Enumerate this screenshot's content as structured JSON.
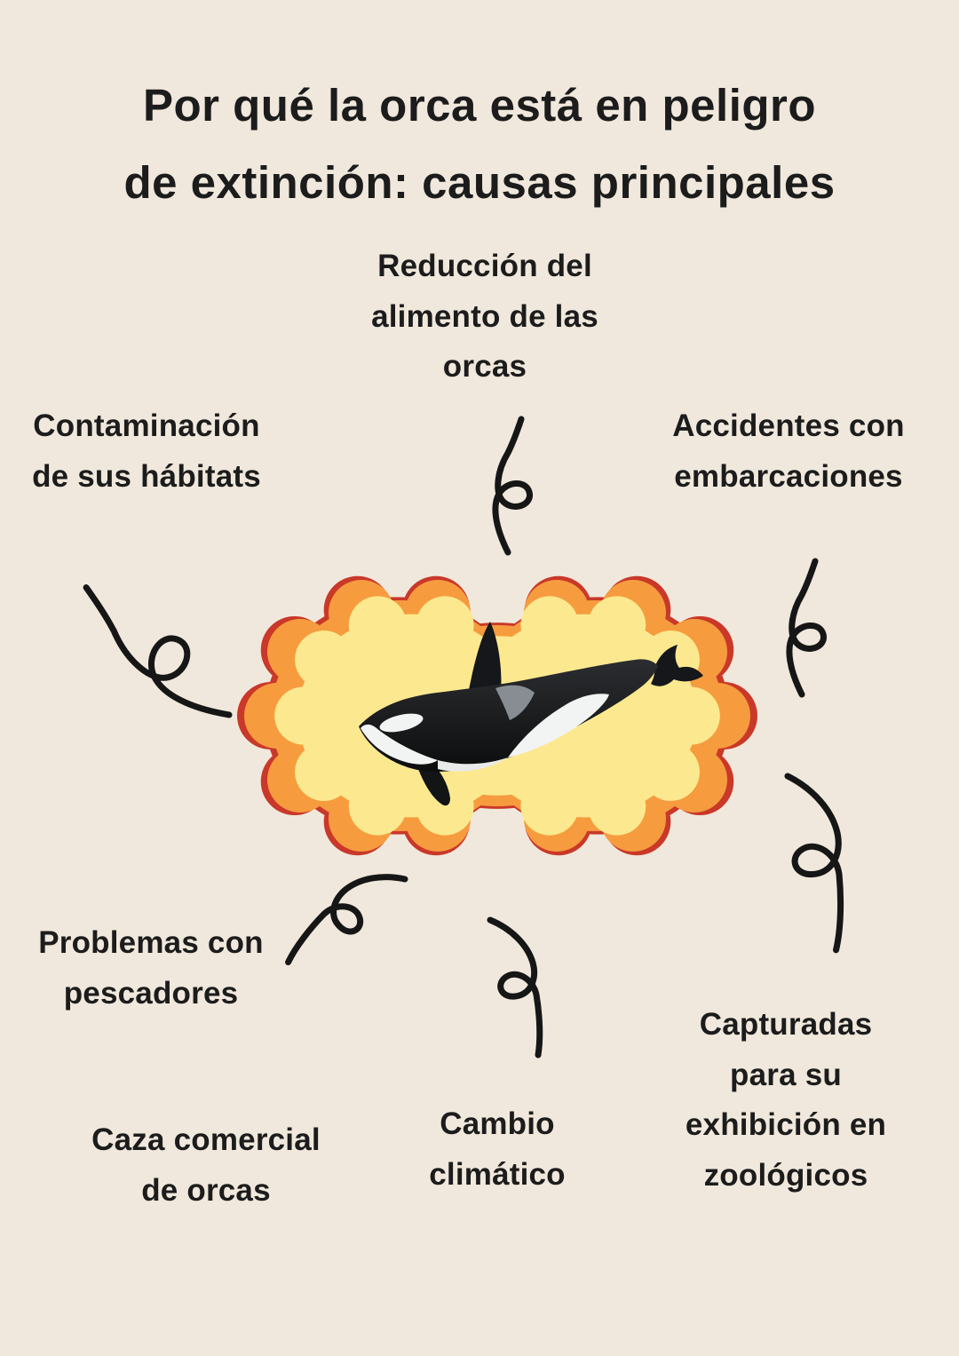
{
  "title": {
    "text": "Por qué la orca está en peligro de extinción: causas principales",
    "lines": [
      "Por qué la orca está en peligro",
      "de extinción: causas principales"
    ]
  },
  "center": {
    "illustration": "orca swimming inside a wavy double-cloud badge"
  },
  "causes": [
    {
      "id": "reduccion",
      "label": "Reducción del alimento de las orcas",
      "lines": [
        "Reducción del",
        "alimento de las",
        "orcas"
      ]
    },
    {
      "id": "contaminacion",
      "label": "Contaminación de sus hábitats",
      "lines": [
        "Contaminación",
        "de sus hábitats"
      ]
    },
    {
      "id": "accidentes",
      "label": "Accidentes con embarcaciones",
      "lines": [
        "Accidentes con",
        "embarcaciones"
      ]
    },
    {
      "id": "problemas",
      "label": "Problemas con pescadores",
      "lines": [
        "Problemas con",
        "pescadores"
      ]
    },
    {
      "id": "caza",
      "label": "Caza comercial de orcas",
      "lines": [
        "Caza comercial",
        "de orcas"
      ]
    },
    {
      "id": "cambio",
      "label": "Cambio climático",
      "lines": [
        "Cambio",
        "climático"
      ]
    },
    {
      "id": "capturadas",
      "label": "Capturadas para su exhibición en zoológicos",
      "lines": [
        "Capturadas",
        "para su",
        "exhibición en",
        "zoológicos"
      ]
    }
  ],
  "colors": {
    "background": "#f0e8dc",
    "text": "#1c1c1c",
    "blob_outline_red": "#c93829",
    "blob_band_orange": "#f69c3f",
    "blob_fill_yellow": "#fce98f",
    "arrow_black": "#161616",
    "orca_black": "#15171a",
    "orca_white": "#f2f4f3",
    "orca_gray": "#878d92"
  }
}
